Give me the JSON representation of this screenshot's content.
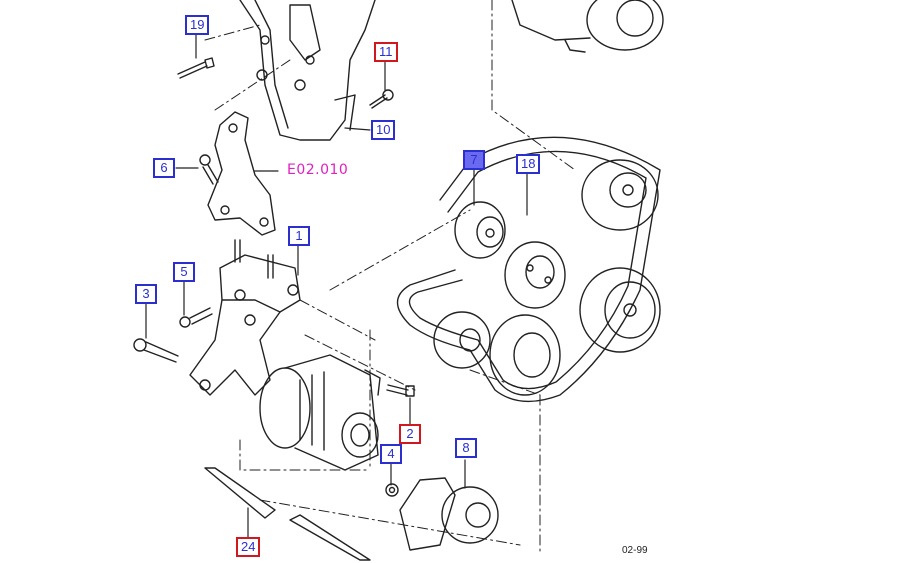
{
  "diagram": {
    "callouts": [
      {
        "id": "c19",
        "label": "19",
        "kind": "blue"
      },
      {
        "id": "c11",
        "label": "11",
        "kind": "red"
      },
      {
        "id": "c10",
        "label": "10",
        "kind": "blue"
      },
      {
        "id": "c6",
        "label": "6",
        "kind": "blue"
      },
      {
        "id": "c7",
        "label": "7",
        "kind": "selected"
      },
      {
        "id": "c18",
        "label": "18",
        "kind": "blue"
      },
      {
        "id": "c1",
        "label": "1",
        "kind": "blue"
      },
      {
        "id": "c5",
        "label": "5",
        "kind": "blue"
      },
      {
        "id": "c3",
        "label": "3",
        "kind": "blue"
      },
      {
        "id": "c2",
        "label": "2",
        "kind": "red"
      },
      {
        "id": "c4",
        "label": "4",
        "kind": "blue"
      },
      {
        "id": "c8",
        "label": "8",
        "kind": "blue"
      },
      {
        "id": "c24",
        "label": "24",
        "kind": "red"
      }
    ],
    "reference_code": "E02.010",
    "date_code": "02-99",
    "colors": {
      "blue": "#2b2fd0",
      "red": "#d0181e",
      "selected_fill": "#6a6af0",
      "reference": "#e020c0",
      "line": "#222222"
    }
  }
}
